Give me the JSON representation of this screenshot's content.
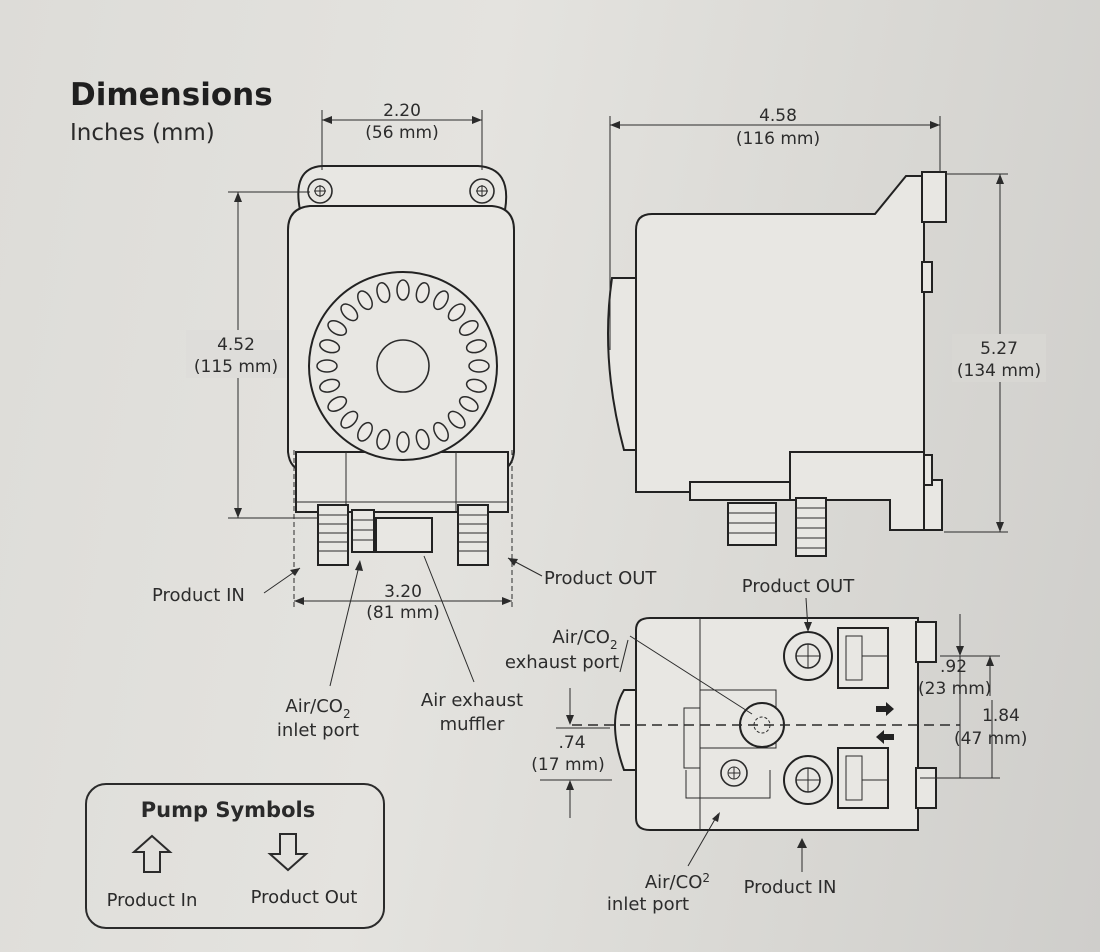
{
  "heading": {
    "title": "Dimensions",
    "subtitle": "Inches (mm)"
  },
  "front_view": {
    "width_top": "2.20",
    "width_top_mm": "(56 mm)",
    "height": "4.52",
    "height_mm": "(115 mm)",
    "width_bottom": "3.20",
    "width_bottom_mm": "(81 mm)",
    "label_product_in": "Product IN",
    "label_product_out": "Product OUT",
    "label_inlet_1": "Air/CO",
    "label_inlet_sub": "2",
    "label_inlet_2": "inlet port",
    "label_muffler_1": "Air exhaust",
    "label_muffler_2": "muffler"
  },
  "side_view": {
    "depth": "4.58",
    "depth_mm": "(116 mm)",
    "height": "5.27",
    "height_mm": "(134 mm)"
  },
  "bottom_view": {
    "label_product_out": "Product OUT",
    "label_exhaust_1": "Air/CO",
    "label_exhaust_sub": "2",
    "label_exhaust_2": "exhaust port",
    "dim_a": ".92",
    "dim_a_mm": "(23 mm)",
    "dim_b": "1.84",
    "dim_b_mm": "(47 mm)",
    "dim_c": ".74",
    "dim_c_mm": "(17 mm)",
    "label_inlet_1": "Air/CO",
    "label_inlet_sub": "2",
    "label_inlet_2": "inlet port",
    "label_product_in": "Product IN"
  },
  "pump_symbols": {
    "title": "Pump Symbols",
    "product_in": "Product In",
    "product_out": "Product Out"
  }
}
